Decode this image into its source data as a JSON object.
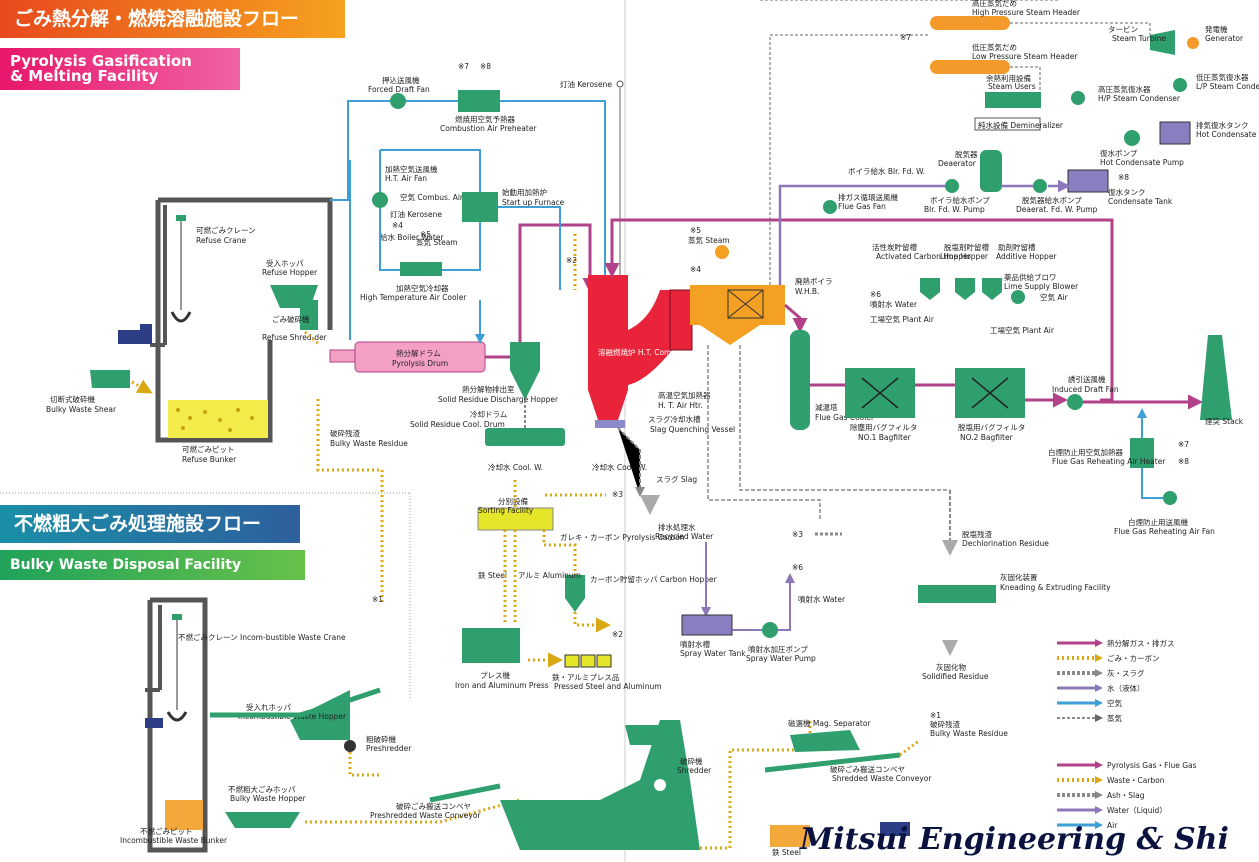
{
  "banners": {
    "pyro_jp": "ごみ熱分解・燃焼溶融施設フロー",
    "pyro_en_1": "Pyrolysis Gasification",
    "pyro_en_2": "& Melting Facility",
    "bulky_jp": "不燃粗大ごみ処理施設フロー",
    "bulky_en": "Bulky Waste Disposal Facility"
  },
  "labels": {
    "refuse_crane_jp": "可燃ごみクレーン",
    "refuse_crane_en": "Refuse Crane",
    "refuse_hopper_jp": "受入ホッパ",
    "refuse_hopper_en": "Refuse Hopper",
    "shredder_jp": "ごみ破砕機",
    "shredder_en": "Refuse Shred-der",
    "bulky_shear_jp": "切断式破砕機",
    "bulky_shear_en": "Bulky Waste Shear",
    "refuse_bunker_jp": "可燃ごみピット",
    "refuse_bunker_en": "Refuse Bunker",
    "bulky_residue_jp": "破砕残渣",
    "bulky_residue_en": "Bulky Waste Residue",
    "forced_fan_jp": "押込送風機",
    "forced_fan_en": "Forced Draft Fan",
    "air_preheater_jp": "燃焼用空気予熱器",
    "air_preheater_en": "Combustion Air Preheater",
    "kerosene_top": "灯油 Kerosene",
    "ht_fan_jp": "加熱空気送風機",
    "ht_fan_en": "H.T. Air Fan",
    "combus_air": "空気 Combus. Air",
    "kerosene_mid": "灯油 Kerosene",
    "startup_jp": "始動用加熱炉",
    "startup_en": "Start up Furnace",
    "boiler_water": "給水 Boiler Water",
    "steam_small": "蒸気 Steam",
    "ht_cooler_jp": "加熱空気冷却器",
    "ht_cooler_en": "High Temperature Air Cooler",
    "drum_jp": "熱分解ドラム",
    "drum_en": "Pyrolysis Drum",
    "solid_hopper_jp": "熱分解物排出室",
    "solid_hopper_en": "Solid Residue Discharge Hopper",
    "cool_drum_jp": "冷却ドラム",
    "cool_drum_en": "Solid Residue Cool. Drum",
    "cool_w_1": "冷却水 Cool. W.",
    "cool_w_2": "冷却水 Cool. W.",
    "combustion_chamber": "溶融燃焼炉 H.T. Combust. Chamber",
    "ht_air_heater_jp": "高温空気加熱器",
    "ht_air_heater_en": "H. T. Air Htr.",
    "slag_vessel_jp": "スラグ冷却水槽",
    "slag_vessel_en": "Slag Quenching Vessel",
    "slag": "スラグ Slag",
    "recycled_water_jp": "排水処理水",
    "recycled_water_en": "Recycled Water",
    "spray_tank_jp": "噴射水槽",
    "spray_tank_en": "Spray Water Tank",
    "spray_pump_jp": "噴射水加圧ポンプ",
    "spray_pump_en": "Spray Water Pump",
    "spray_water": "噴射水 Water",
    "sorting_jp": "分別設備",
    "sorting_en": "Sorting Facility",
    "pyro_carbon": "ガレキ・カーボン Pyrolysis Carbon",
    "steel": "鉄 Steel",
    "aluminum": "アルミ Aluminum",
    "carbon_hopper": "カーボン貯留ホッパ Carbon Hopper",
    "press_jp": "プレス機",
    "press_en": "Iron and Aluminum Press",
    "pressed_jp": "鉄・アルミプレス品",
    "pressed_en": "Pressed Steel and Aluminum",
    "hp_header_jp": "高圧蒸気だめ",
    "hp_header_en": "High Pressure Steam Header",
    "lp_header_jp": "低圧蒸気だめ",
    "lp_header_en": "Low Pressure Steam Header",
    "turbine_jp": "タービン",
    "turbine_en": "Steam Turbine",
    "generator_jp": "発電機",
    "generator_en": "Generator",
    "steam_users_jp": "余熱利用設備",
    "steam_users_en": "Steam Users",
    "hp_condenser_jp": "高圧蒸気復水器",
    "hp_condenser_en": "H/P Steam Condenser",
    "lp_condenser_jp": "低圧蒸気復水器",
    "lp_condenser_en": "L/P Steam Condenser",
    "demineralizer": "純水設備 Demineralizer",
    "hot_tank_jp": "排気復水タンク",
    "hot_tank_en": "Hot Condensate Tank",
    "hot_pump_jp": "復水ポンプ",
    "hot_pump_en": "Hot Condensate Pump",
    "deaerator_jp": "脱気器",
    "deaerator_en": "Deaerator",
    "cond_tank_jp": "復水タンク",
    "cond_tank_en": "Condensate Tank",
    "boiler_feed_label": "ボイラ給水 Blr. Fd. W.",
    "boiler_pump_jp": "ボイラ給水ポンプ",
    "boiler_pump_en": "Blr. Fd. W. Pump",
    "deaerat_pump_jp": "脱気器給水ポンプ",
    "deaerat_pump_en": "Deaerat. Fd. W. Pump",
    "flue_fan_jp": "排ガス循環送風機",
    "flue_fan_en": "Flue Gas Fan",
    "steam_drum": "蒸気 Steam",
    "whb_jp": "廃熱ボイラ",
    "whb_en": "W.H.B.",
    "act_carbon_jp": "活性炭貯留槽",
    "act_carbon_en": "Activated Carbon Hopper",
    "lime_hopper_jp": "脱塩剤貯留槽",
    "lime_hopper_en": "Lime Hopper",
    "additive_jp": "助剤貯留槽",
    "additive_en": "Additive Hopper",
    "lime_blower_jp": "薬品供給ブロワ",
    "lime_blower_en": "Lime Supply Blower",
    "air": "空気 Air",
    "water_spray": "噴射水 Water",
    "plant_air_1": "工場空気 Plant Air",
    "plant_air_2": "工場空気 Plant Air",
    "gas_cooler_jp": "減温塔",
    "gas_cooler_en": "Flue Gas Cooler",
    "bag1_jp": "除塵用バグフィルタ",
    "bag1_en": "NO.1 Bagfilter",
    "bag2_jp": "脱塩用バグフィルタ",
    "bag2_en": "NO.2 Bagfilter",
    "idf_jp": "誘引送風機",
    "idf_en": "Induced Draft Fan",
    "stack": "煙突 Stack",
    "reheat_jp": "白煙防止用空気加熱器",
    "reheat_en": "Flue Gas Reheating Air Heater",
    "reheat_fan_jp": "白煙防止用送風機",
    "reheat_fan_en": "Flue Gas Reheating Air Fan",
    "dechlor_jp": "脱塩残渣",
    "dechlor_en": "Dechlorination Residue",
    "kneading_jp": "灰固化装置",
    "kneading_en": "Kneading & Extruding Facility",
    "solidified_jp": "灰固化物",
    "solidified_en": "Solidified Residue",
    "inc_crane": "不燃ごみクレーン Incom-bustible Waste Crane",
    "inc_hopper_jp": "受入れホッパ",
    "inc_hopper_en": "Incombustible Waste Hopper",
    "preshredder_jp": "粗破砕機",
    "preshredder_en": "Preshredder",
    "bulky_hopper_jp": "不燃粗大ごみホッパ",
    "bulky_hopper_en": "Bulky Waste Hopper",
    "pre_conveyor_jp": "破砕ごみ搬送コンベヤ",
    "pre_conveyor_en": "Preshredded Waste Conveyor",
    "inc_bunker_jp": "不燃ごみピット",
    "inc_bunker_en": "Incombustible Waste Bunker",
    "shredder2_jp": "破砕機",
    "shredder2_en": "Shredder",
    "mag_sep": "磁選機 Mag. Separator",
    "shred_conv_jp": "破砕ごみ搬送コンベヤ",
    "shred_conv_en": "Shredded Waste Conveyor",
    "bulky_residue2_jp": "破砕残渣",
    "bulky_residue2_en": "Bulky Waste Residue",
    "steel_bottom": "鉄 Steel"
  },
  "refs": [
    "※1",
    "※2",
    "※3",
    "※4",
    "※5",
    "※6",
    "※7",
    "※8"
  ],
  "legend": [
    {
      "jp": "熱分解ガス・排ガス",
      "en": "Pyrolysis Gas・Flue Gas",
      "color": "#b1428a",
      "style": "solid"
    },
    {
      "jp": "ごみ・カーボン",
      "en": "Waste・Carbon",
      "color": "#d9a814",
      "style": "dots"
    },
    {
      "jp": "灰・スラグ",
      "en": "Ash・Slag",
      "color": "#8a8a8a",
      "style": "dashes"
    },
    {
      "jp": "水（液体）",
      "en": "Water（Liquid）",
      "color": "#8c78b8",
      "style": "solid"
    },
    {
      "jp": "空気",
      "en": "Air",
      "color": "#3d9fd6",
      "style": "solid"
    },
    {
      "jp": "蒸気",
      "en": "",
      "color": "#666666",
      "style": "dashed"
    }
  ],
  "brand": "Mitsui Engineering & Shi",
  "colors": {
    "equipment": "#2f9f6e",
    "furnace": "#e8233a",
    "boiler": "#f4a023",
    "drum": "#f4a0c4",
    "header": "#f49a2b",
    "water": "#8a7ec0",
    "yellow": "#e5e52a"
  }
}
